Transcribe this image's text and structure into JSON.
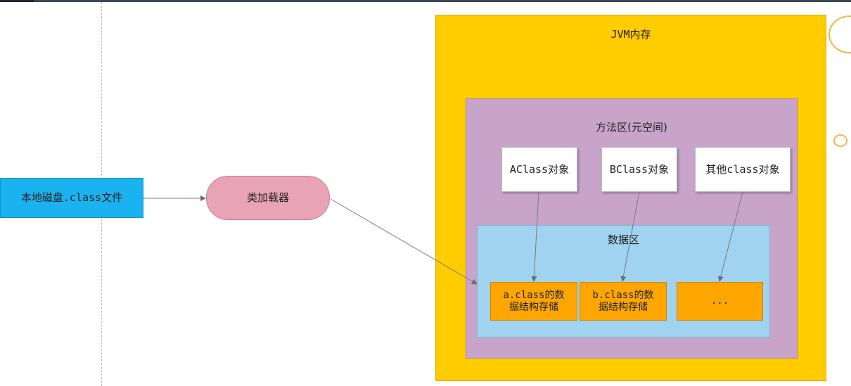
{
  "diagram": {
    "jvm": {
      "label": "JVM内存"
    },
    "method_area": {
      "label": "方法区(元空间)"
    },
    "data_area": {
      "label": "数据区"
    },
    "class_objects": [
      {
        "label": "AClass对象"
      },
      {
        "label": "BClass对象"
      },
      {
        "label": "其他class对象"
      }
    ],
    "storage": [
      {
        "line1": "a.class的数",
        "line2": "据结构存储"
      },
      {
        "line1": "b.class的数",
        "line2": "据结构存储"
      },
      {
        "line1": "...",
        "line2": ""
      }
    ],
    "local_disk": {
      "label": "本地磁盘.class文件"
    },
    "class_loader": {
      "label": "类加载器"
    },
    "colors": {
      "jvm": "#ffcc00",
      "method_area": "#c8a4ca",
      "data_area": "#9fd3ef",
      "storage": "#ffa500",
      "local_disk": "#1ab2ef",
      "class_loader": "#e9a3b6"
    }
  }
}
